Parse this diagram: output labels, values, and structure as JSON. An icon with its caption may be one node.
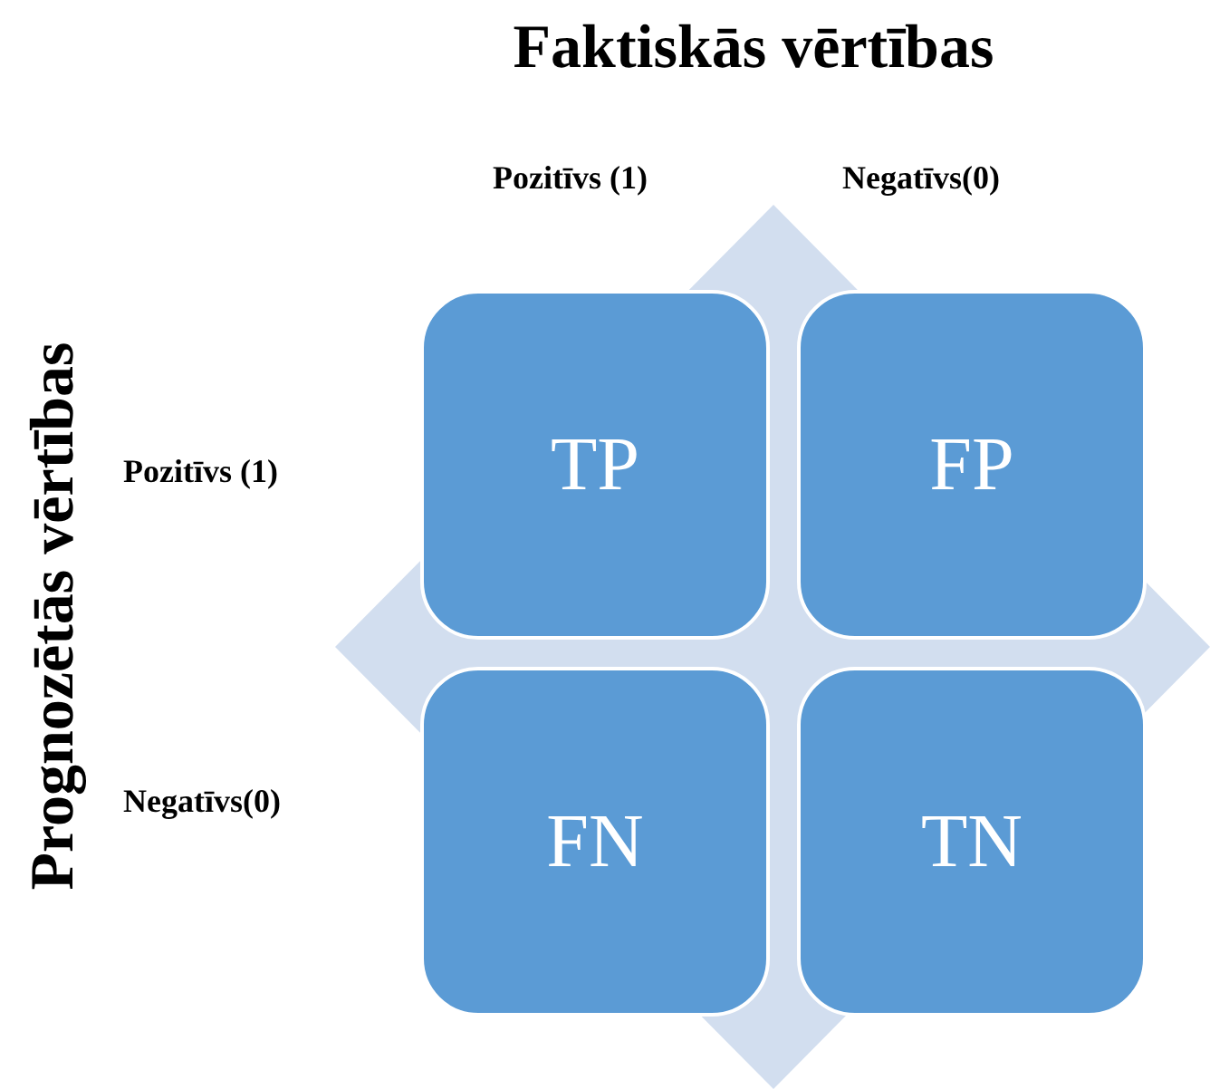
{
  "diagram": {
    "title": "Faktiskās vērtības",
    "nodes": [
      {
        "text": [
          "TP"
        ]
      },
      {
        "text": [
          "FP"
        ]
      },
      {
        "text": [
          "FN"
        ]
      },
      {
        "text": [
          "TN"
        ]
      }
    ],
    "labels": [
      "Pozitīvs (1)",
      "Negatīvs(0)",
      "Pozitīvs (1)",
      "Negatīvs(0)",
      "Prognozētās vērtības"
    ]
  }
}
